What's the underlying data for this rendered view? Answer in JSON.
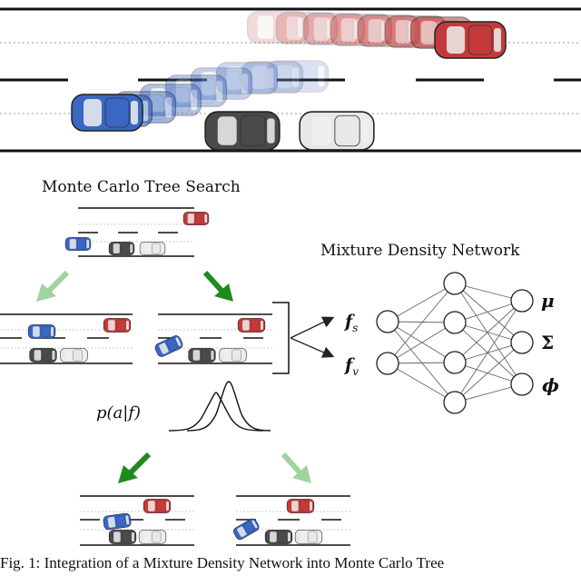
{
  "figure": {
    "mcts_title": "Monte Carlo Tree Search",
    "mdn_title": "Mixture Density Network",
    "feature_state": "f",
    "feature_state_sub": "s",
    "feature_vehicle": "f",
    "feature_vehicle_sub": "v",
    "output_mu": "μ",
    "output_sigma": "Σ",
    "output_phi": "ϕ",
    "policy_label": "p(a|f)",
    "colors": {
      "ego_blue": "#3a66c4",
      "other_red": "#c43a3a",
      "dark_car": "#4a4a4a",
      "white_car": "#e8e8e8",
      "arrow_dark_green": "#1f8a1f",
      "arrow_light_green": "#9fd39f"
    }
  },
  "caption": "Fig. 1: Integration of a Mixture Density Network into Monte Carlo Tree"
}
